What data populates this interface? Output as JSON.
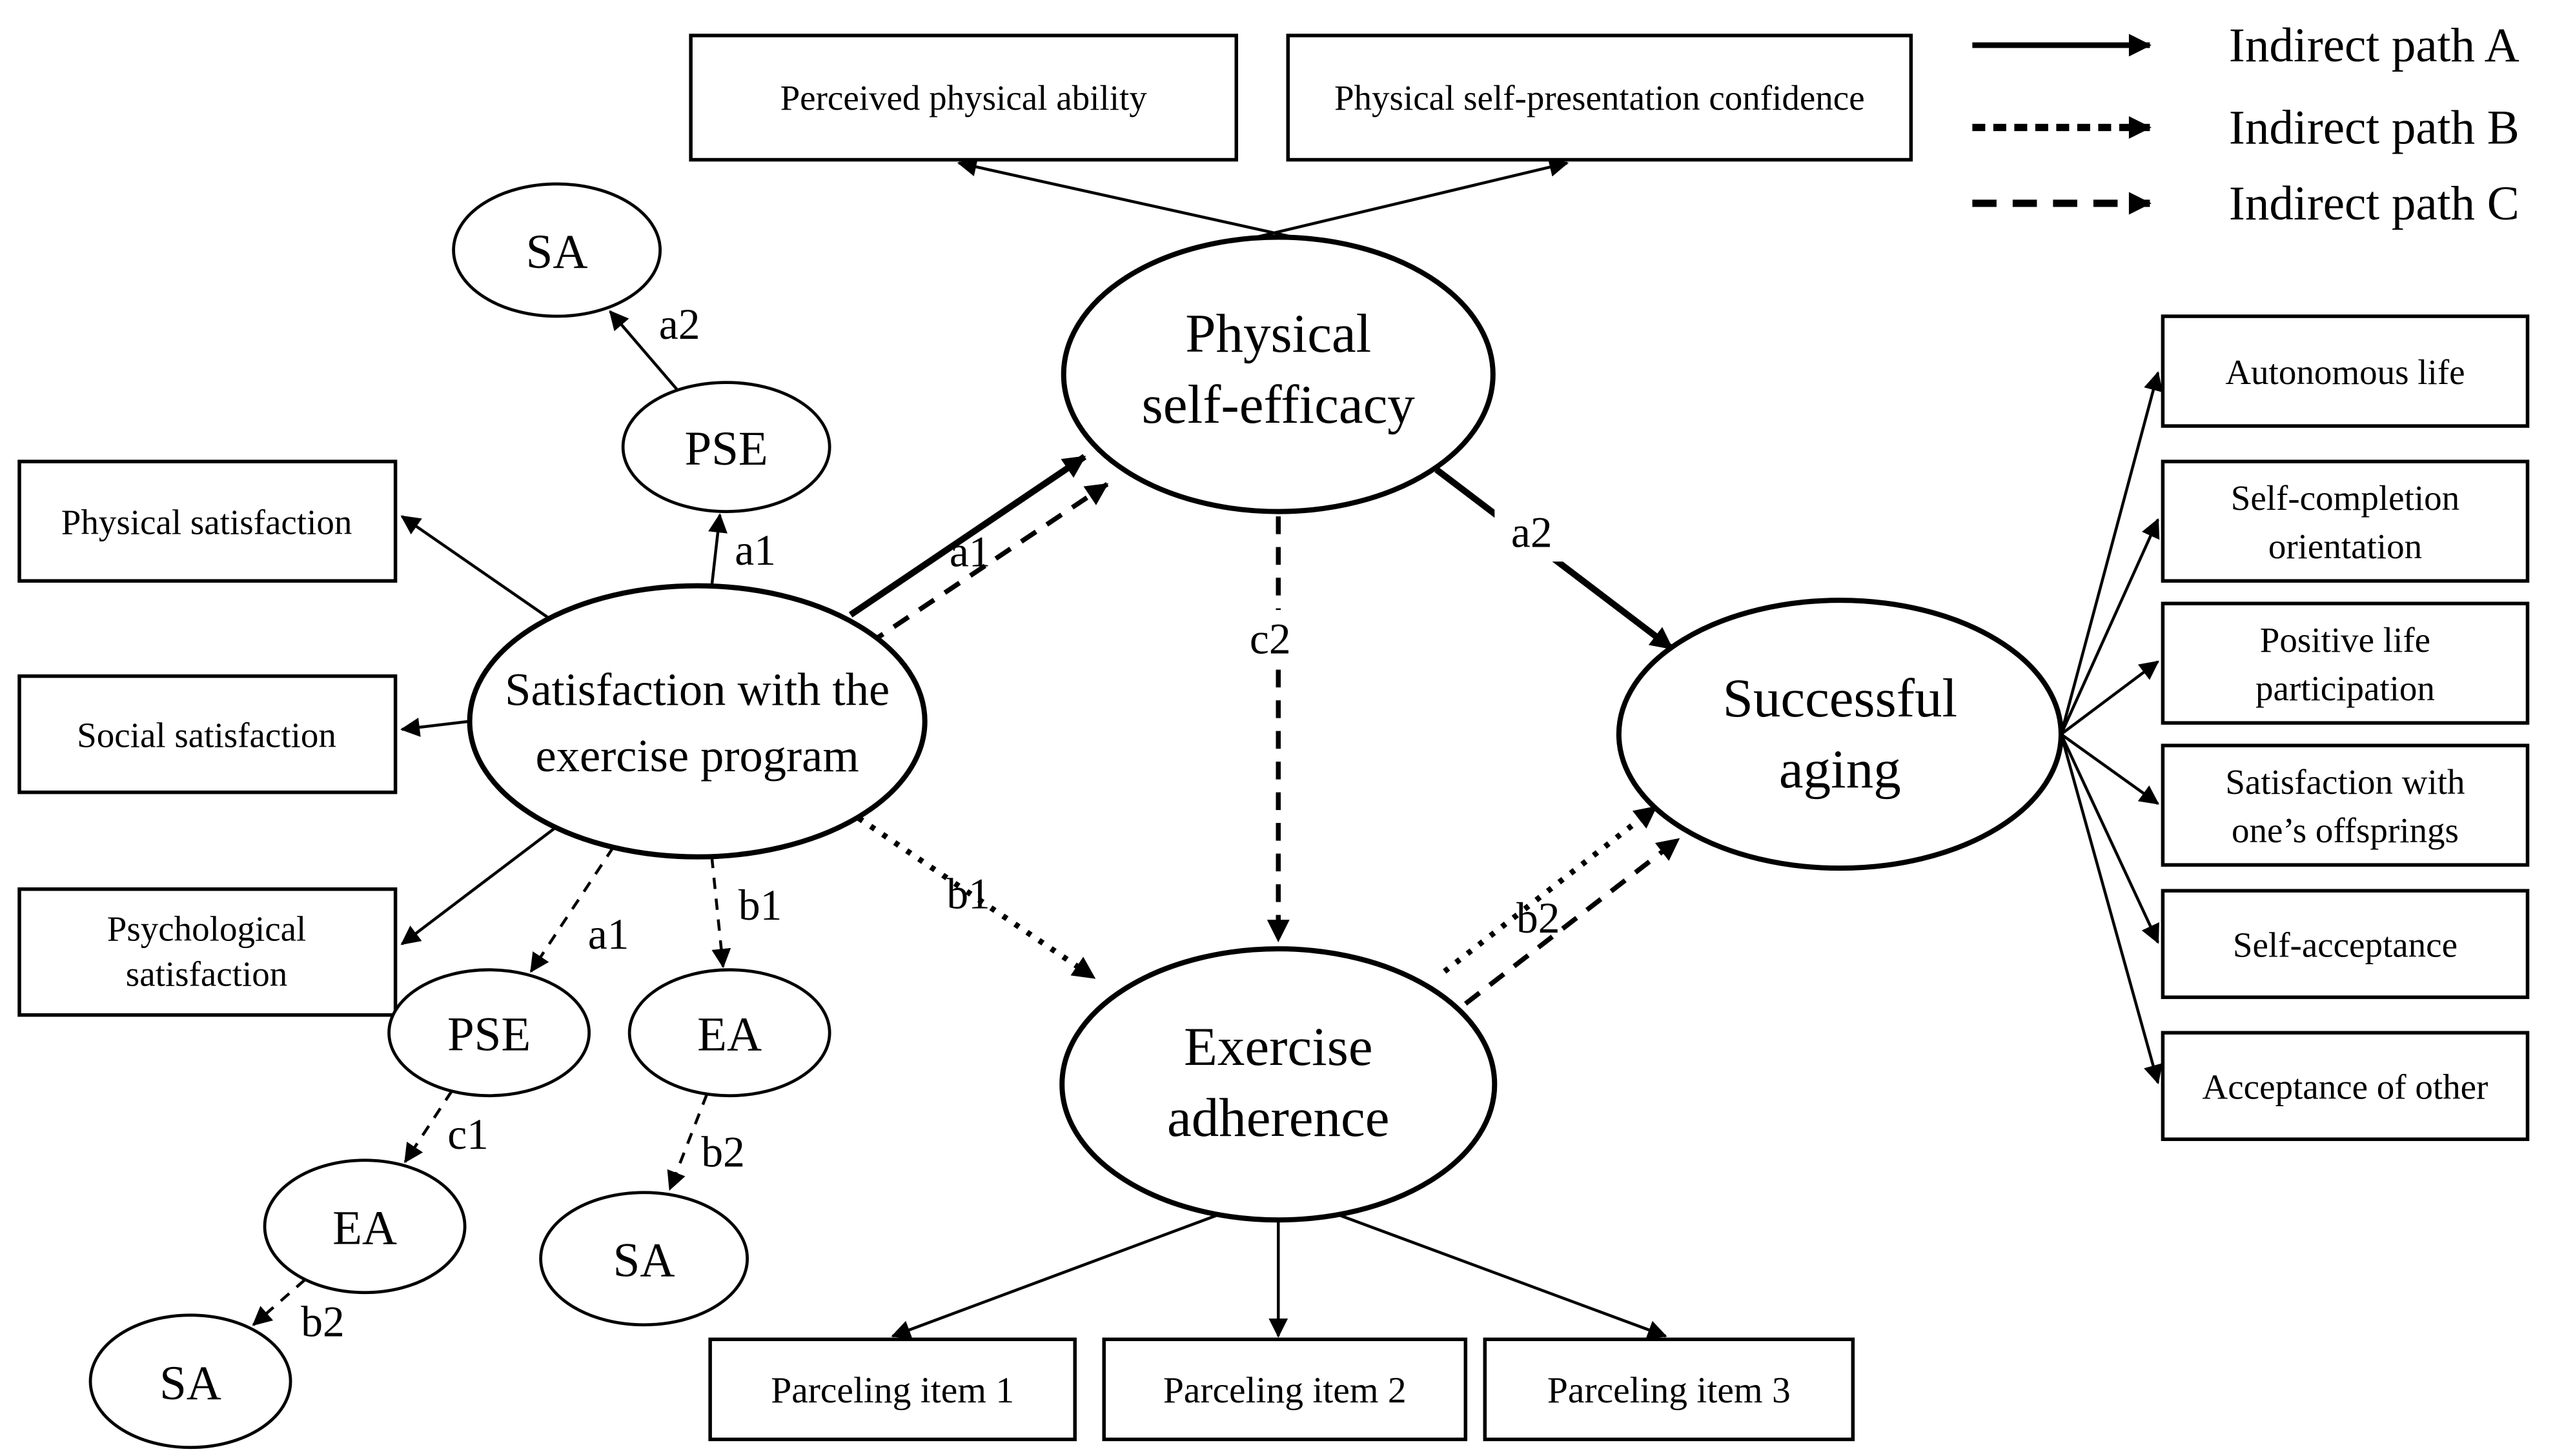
{
  "legend": {
    "items": [
      {
        "label": "Indirect path A",
        "style": "solid"
      },
      {
        "label": "Indirect path B",
        "style": "dotted"
      },
      {
        "label": "Indirect path C",
        "style": "dashed"
      }
    ]
  },
  "latent": {
    "pse": {
      "line1": "Physical",
      "line2": "self-efficacy"
    },
    "sat": {
      "line1": "Satisfaction with the",
      "line2": "exercise program"
    },
    "ea": {
      "line1": "Exercise",
      "line2": "adherence"
    },
    "sag": {
      "line1": "Successful",
      "line2": "aging"
    }
  },
  "mediators": {
    "sa_top": "SA",
    "pse_top": "PSE",
    "pse_low": "PSE",
    "ea_mid": "EA",
    "ea_low": "EA",
    "sa_low_mid": "SA",
    "sa_low_left": "SA"
  },
  "indicators": {
    "top": [
      "Perceived physical ability",
      "Physical self-presentation confidence"
    ],
    "left": [
      "Physical satisfaction",
      "Social satisfaction",
      "Psychological",
      "satisfaction"
    ],
    "right": [
      {
        "line1": "Autonomous life",
        "line2": ""
      },
      {
        "line1": "Self-completion",
        "line2": "orientation"
      },
      {
        "line1": "Positive life",
        "line2": "participation"
      },
      {
        "line1": "Satisfaction with",
        "line2": "one’s offsprings"
      },
      {
        "line1": "Self-acceptance",
        "line2": ""
      },
      {
        "line1": "Acceptance of other",
        "line2": ""
      }
    ],
    "bottom": [
      "Parceling item 1",
      "Parceling item 2",
      "Parceling item 3"
    ]
  },
  "path_labels": {
    "a1_main": "a1",
    "a2_main": "a2",
    "b1_main": "b1",
    "b2_main": "b2",
    "c2_main": "c2",
    "a1_top": "a1",
    "a2_top": "a2",
    "a1_low": "a1",
    "b1_low": "b1",
    "c1_low": "c1",
    "b2_mid": "b2",
    "b2_low": "b2"
  },
  "colors": {
    "ink": "#000000",
    "background": "#ffffff"
  }
}
